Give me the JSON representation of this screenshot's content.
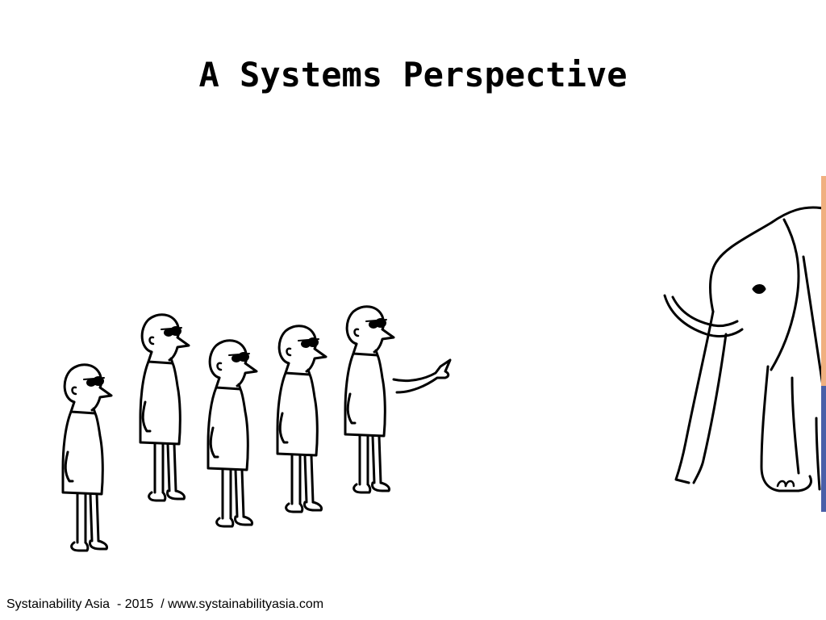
{
  "slide": {
    "title": "A Systems Perspective",
    "footer": "Systainability Asia  - 2015  / www.systainabilityasia.com"
  },
  "illustration": {
    "people": [
      {
        "name": "blind-man-1"
      },
      {
        "name": "blind-man-2"
      },
      {
        "name": "blind-man-3"
      },
      {
        "name": "blind-man-4"
      },
      {
        "name": "blind-man-5"
      }
    ],
    "subject": "elephant",
    "colors": {
      "line": "#000000",
      "edge_bar_top": "#f0b080",
      "edge_bar_bottom": "#4a5fa8"
    }
  }
}
